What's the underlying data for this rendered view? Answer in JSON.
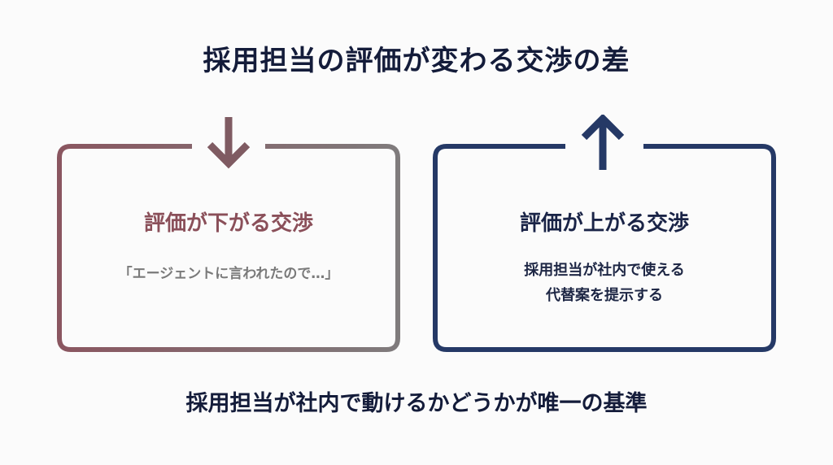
{
  "title": "採用担当の評価が変わる交渉の差",
  "panels": [
    {
      "id": "down",
      "arrow_icon": "arrow-down-icon",
      "heading": "評価が下がる交渉",
      "body_lines": [
        "「エージェントに言われたので…」"
      ],
      "colors": {
        "border_start": "#8a5660",
        "border_end": "#7f7b7c",
        "arrow": "#7f5b62",
        "heading": "#8a4f59",
        "body": "#7a7a7a"
      }
    },
    {
      "id": "up",
      "arrow_icon": "arrow-up-icon",
      "heading": "評価が上がる交渉",
      "body_lines": [
        "採用担当が社内で使える",
        "代替案を提示する"
      ],
      "colors": {
        "border": "#253966",
        "arrow": "#253966",
        "heading": "#1a2447",
        "body": "#1e2745"
      }
    }
  ],
  "footer": "採用担当が社内で動けるかどうかが唯一の基準",
  "colors": {
    "background": "#fbfbfb",
    "title": "#141c3a"
  }
}
